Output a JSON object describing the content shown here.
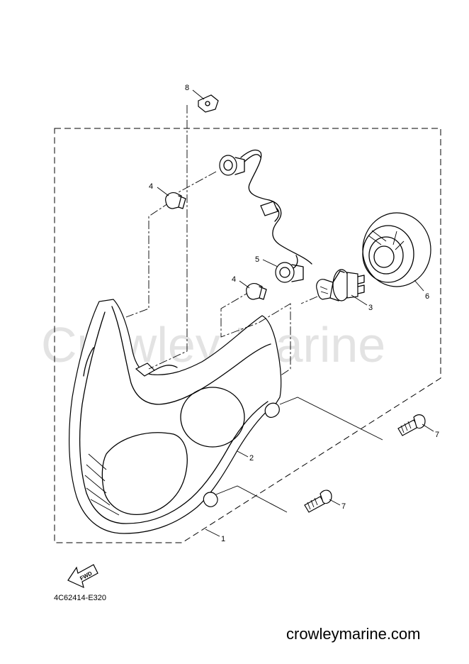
{
  "watermark": "Crowley Marine",
  "parts": [
    {
      "id": "1",
      "label": "1"
    },
    {
      "id": "2",
      "label": "2"
    },
    {
      "id": "3",
      "label": "3"
    },
    {
      "id": "4a",
      "label": "4"
    },
    {
      "id": "4b",
      "label": "4"
    },
    {
      "id": "5",
      "label": "5"
    },
    {
      "id": "6",
      "label": "6"
    },
    {
      "id": "7a",
      "label": "7"
    },
    {
      "id": "7b",
      "label": "7"
    },
    {
      "id": "8",
      "label": "8"
    }
  ],
  "fwd_arrow": {
    "label": "FWD",
    "icon": "forward-arrow-icon"
  },
  "diagram_code": "4C62414-E320",
  "site": "crowleymarine.com",
  "colors": {
    "line": "#000000",
    "watermark": "#e3e3e3",
    "background": "#ffffff"
  }
}
